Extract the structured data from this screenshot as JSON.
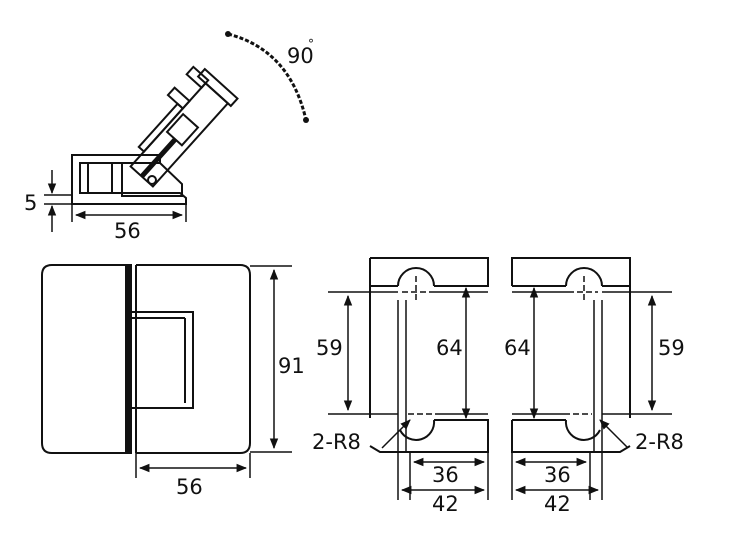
{
  "colors": {
    "line": "#111111",
    "paper": "#ffffff"
  },
  "side_view": {
    "angle_label": "90",
    "angle_unit": "°",
    "thickness_label": "5",
    "width_label": "56"
  },
  "front_view": {
    "width_label": "56",
    "height_label": "91"
  },
  "cutout_left": {
    "outer_height_label": "59",
    "hole_spacing_label": "64",
    "radius_label": "2-R8",
    "inner_width_label": "36",
    "outer_width_label": "42"
  },
  "cutout_right": {
    "hole_spacing_label": "64",
    "outer_height_label": "59",
    "radius_label": "2-R8",
    "inner_width_label": "36",
    "outer_width_label": "42"
  }
}
